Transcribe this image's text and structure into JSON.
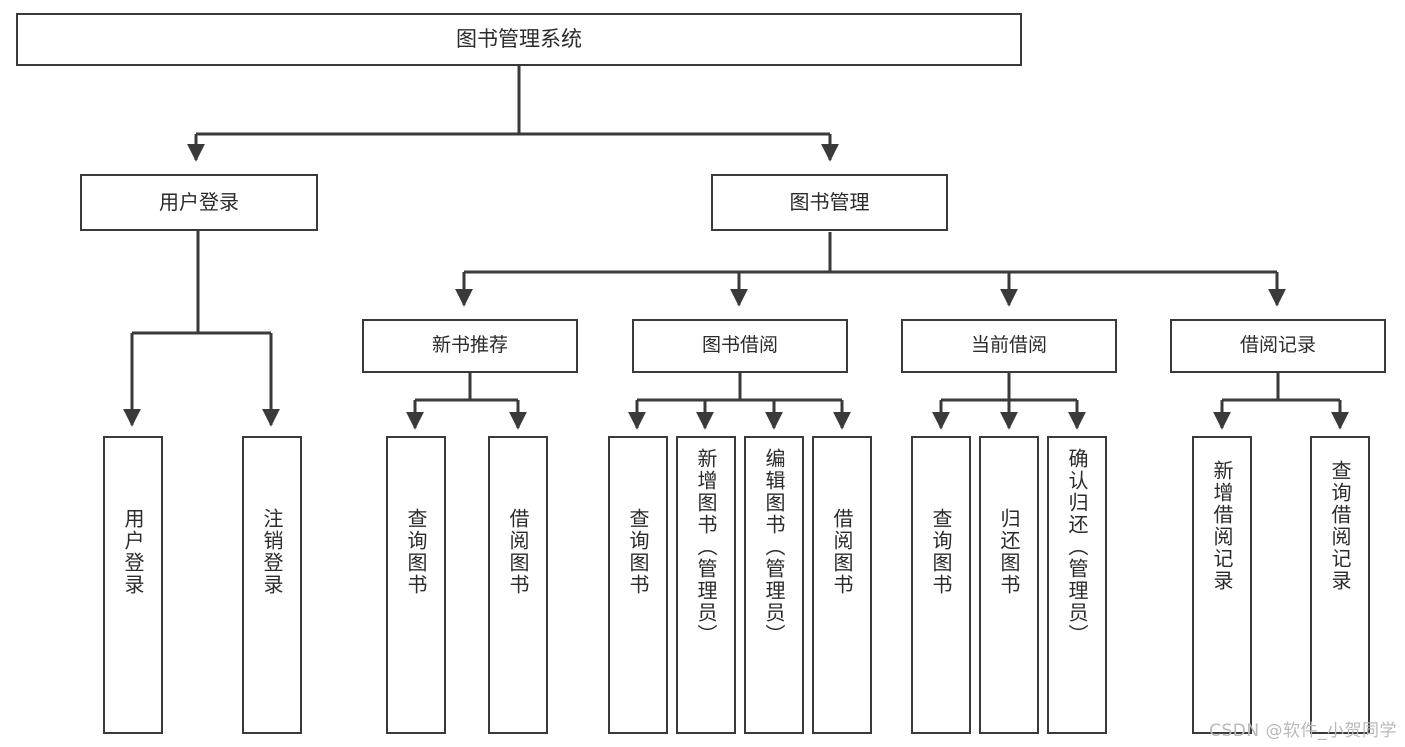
{
  "diagram": {
    "title": "图书管理系统",
    "type": "tree",
    "watermark": "CSDN @软件_小贺同学",
    "colors": {
      "stroke": "#3a3a3a",
      "text": "#2b2b2b",
      "background": "#ffffff",
      "watermark": "#b9b9b9"
    },
    "root": {
      "label": "图书管理系统"
    },
    "level1": [
      {
        "label": "用户登录"
      },
      {
        "label": "图书管理"
      }
    ],
    "level2": [
      {
        "label": "新书推荐"
      },
      {
        "label": "图书借阅"
      },
      {
        "label": "当前借阅"
      },
      {
        "label": "借阅记录"
      }
    ],
    "leaves": {
      "user_login": [
        {
          "label": "用户登录"
        },
        {
          "label": "注销登录"
        }
      ],
      "new_book": [
        {
          "label": "查询图书"
        },
        {
          "label": "借阅图书"
        }
      ],
      "book_borrow": [
        {
          "label": "查询图书"
        },
        {
          "label": "新增图书（管理员）"
        },
        {
          "label": "编辑图书（管理员）"
        },
        {
          "label": "借阅图书"
        }
      ],
      "current_borrow": [
        {
          "label": "查询图书"
        },
        {
          "label": "归还图书"
        },
        {
          "label": "确认归还（管理员）"
        }
      ],
      "borrow_record": [
        {
          "label": "新增借阅记录"
        },
        {
          "label": "查询借阅记录"
        }
      ]
    }
  }
}
